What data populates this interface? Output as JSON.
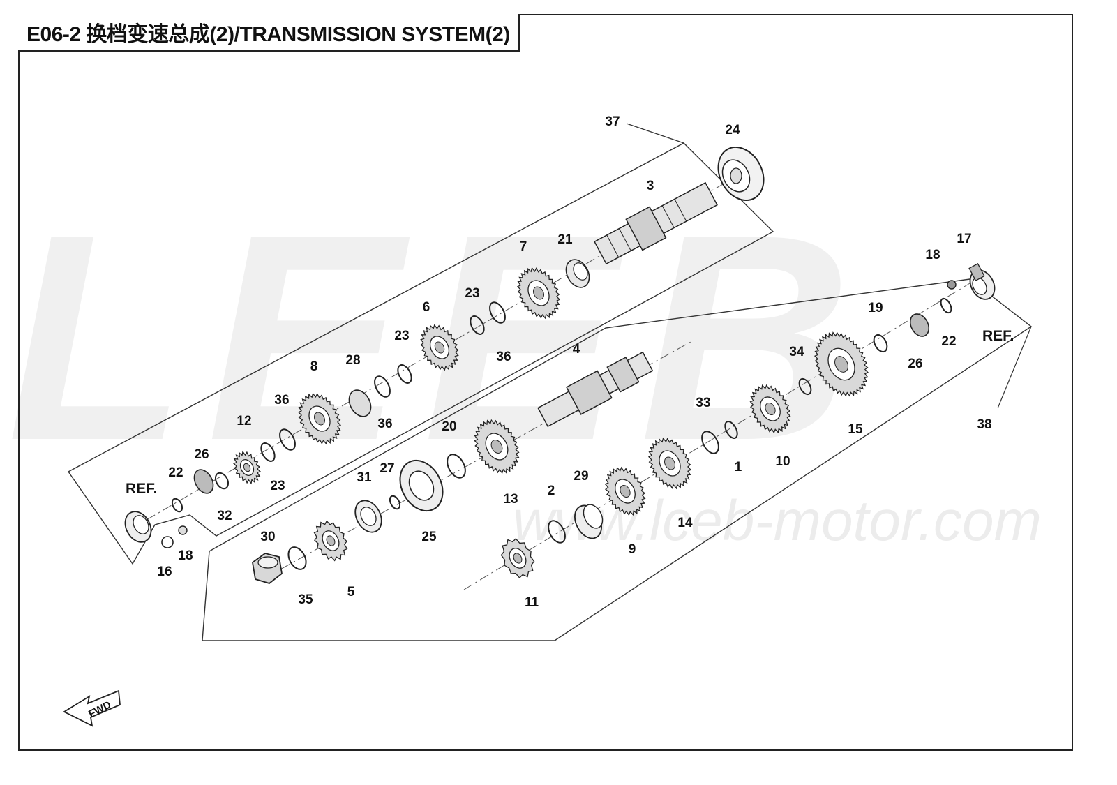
{
  "title": "E06-2  换档变速总成(2)/TRANSMISSION  SYSTEM(2)",
  "watermark": {
    "letters": "LEEB",
    "url": "www.lceb-motor.com"
  },
  "ref_label": "REF.",
  "fwd_label": "FWD",
  "callouts": [
    "37",
    "24",
    "3",
    "7",
    "21",
    "6",
    "23",
    "23",
    "36",
    "8",
    "28",
    "36",
    "36",
    "12",
    "26",
    "22",
    "23",
    "32",
    "16",
    "18",
    "4",
    "20",
    "27",
    "31",
    "30",
    "35",
    "5",
    "25",
    "13",
    "2",
    "29",
    "11",
    "9",
    "14",
    "33",
    "1",
    "10",
    "34",
    "15",
    "19",
    "26",
    "22",
    "18",
    "17",
    "38"
  ]
}
